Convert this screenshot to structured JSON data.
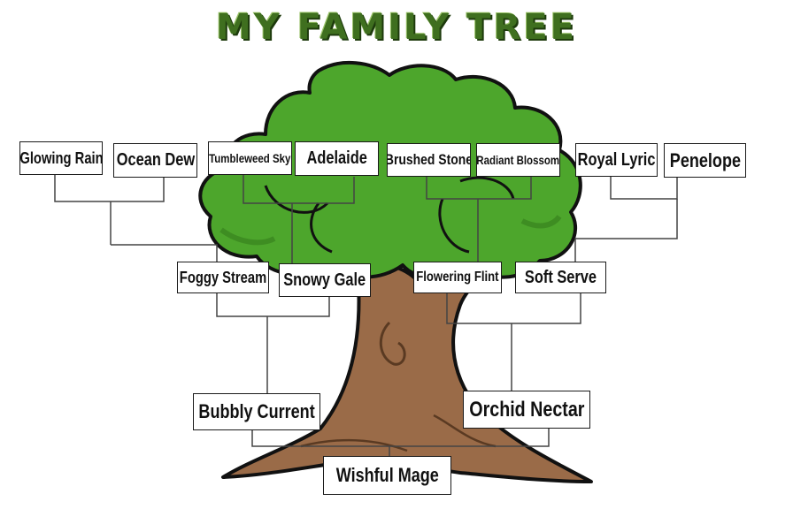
{
  "title": "MY FAMILY TREE",
  "colors": {
    "foliage": "#4da62c",
    "foliage_shade": "#3e8d22",
    "trunk": "#9a6b48",
    "outline": "#111111",
    "title": "#3f6f1f"
  },
  "members": {
    "glowing_rain": "Glowing Rain",
    "ocean_dew": "Ocean Dew",
    "tumbleweed_sky": "Tumbleweed Sky",
    "adelaide": "Adelaide",
    "brushed_stone": "Brushed Stone",
    "radiant_blossom": "Radiant Blossom",
    "royal_lyric": "Royal Lyric",
    "penelope": "Penelope",
    "foggy_stream": "Foggy Stream",
    "snowy_gale": "Snowy Gale",
    "flowering_flint": "Flowering Flint",
    "soft_serve": "Soft Serve",
    "bubbly_current": "Bubbly Current",
    "orchid_nectar": "Orchid Nectar",
    "wishful_mage": "Wishful Mage"
  }
}
